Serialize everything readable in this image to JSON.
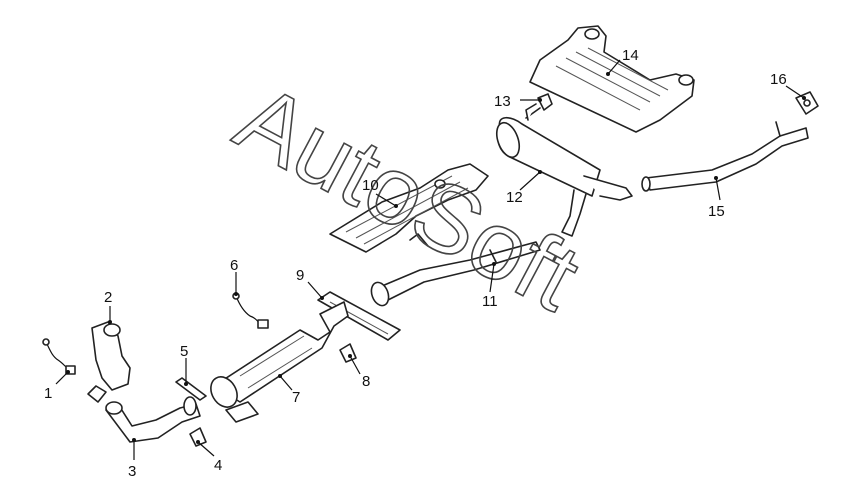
{
  "callouts": [
    {
      "id": "1",
      "label": "1"
    },
    {
      "id": "2",
      "label": "2"
    },
    {
      "id": "3",
      "label": "3"
    },
    {
      "id": "4",
      "label": "4"
    },
    {
      "id": "5",
      "label": "5"
    },
    {
      "id": "6",
      "label": "6"
    },
    {
      "id": "7",
      "label": "7"
    },
    {
      "id": "8",
      "label": "8"
    },
    {
      "id": "9",
      "label": "9"
    },
    {
      "id": "10",
      "label": "10"
    },
    {
      "id": "11",
      "label": "11"
    },
    {
      "id": "12",
      "label": "12"
    },
    {
      "id": "13",
      "label": "13"
    },
    {
      "id": "14",
      "label": "14"
    },
    {
      "id": "15",
      "label": "15"
    },
    {
      "id": "16",
      "label": "16"
    }
  ],
  "watermark": "AutoSoft"
}
